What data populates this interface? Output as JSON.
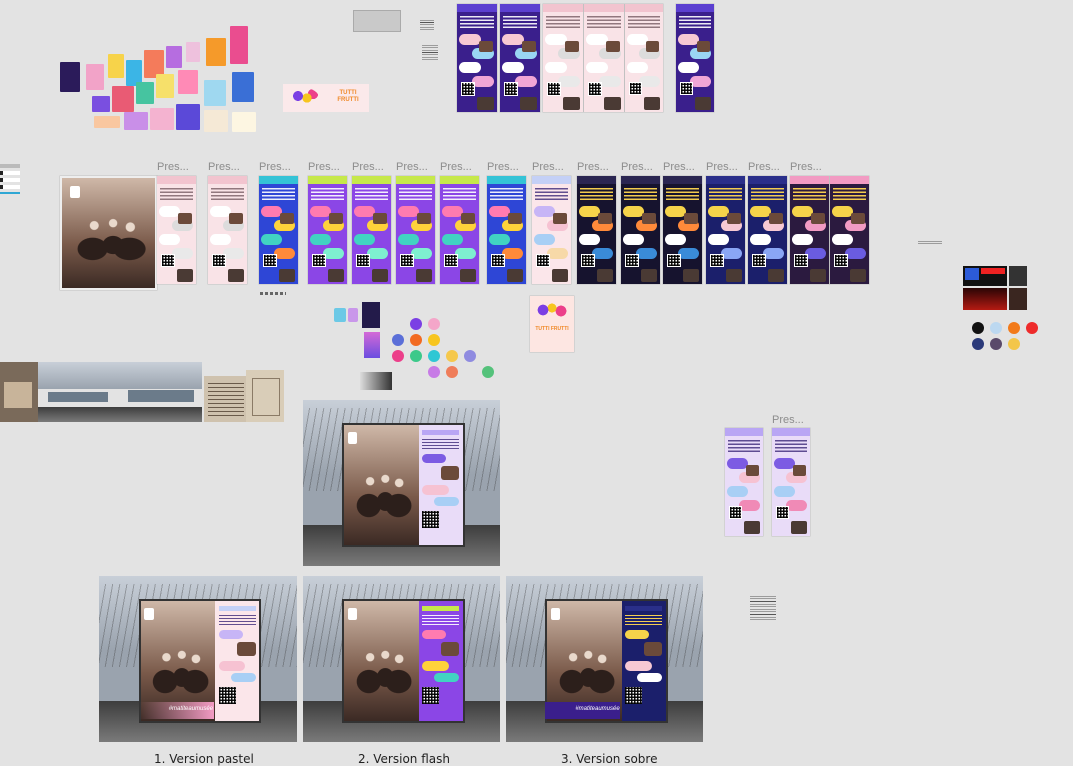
{
  "frame_labels": {
    "row2": [
      "Pres...",
      "Pres...",
      "Pres...",
      "Pres...",
      "Pres...",
      "Pres...",
      "Pres...",
      "Pres...",
      "Pres...",
      "Pres...",
      "Pres...",
      "Pres...",
      "Pres...",
      "Pres...",
      "Pres..."
    ],
    "row3": "Pres..."
  },
  "moodboard": {
    "brand_text_1": "TUTTI FRUTTI",
    "brand_text_2": "TUTTI FRUTTI"
  },
  "poster": {
    "title": "LE DAGUERRÉOTYPE OU LA RÉVOLUTION PHOTOGRAPHIQUE",
    "hashtag": "#matiteaumusée"
  },
  "captions": {
    "v1": "1. Version pastel",
    "v2": "2. Version flash",
    "v3": "3. Version sobre"
  },
  "palette_1": [
    "#7b3fe4",
    "#f4a6c9",
    "#5b6fd8",
    "#f26a21",
    "#f7c51e",
    "#ec3f8a",
    "#3cc98a",
    "#2fc7d4",
    "#f5c84c",
    "#8f8be0",
    "#c77be6",
    "#ef7d5a",
    "#55c27b"
  ],
  "palette_2": [
    "#111111",
    "#bcd8f0",
    "#f27a1a",
    "#ee2b2b",
    "#2b3a7a",
    "#5a4a6a",
    "#f3c64a"
  ],
  "colors": {
    "canvas": "#e3e3e3",
    "purple": "#3a1f8c",
    "pink": "#f7c9d3",
    "dark": "#1a1635"
  }
}
